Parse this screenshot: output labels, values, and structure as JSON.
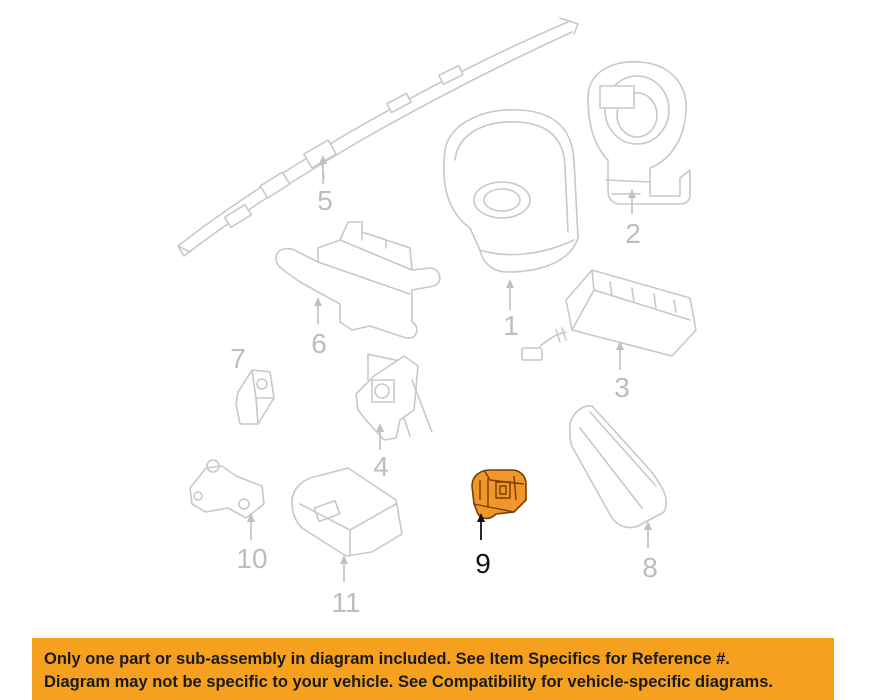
{
  "callouts": [
    {
      "id": "1",
      "label": "1"
    },
    {
      "id": "2",
      "label": "2"
    },
    {
      "id": "3",
      "label": "3"
    },
    {
      "id": "4",
      "label": "4"
    },
    {
      "id": "5",
      "label": "5"
    },
    {
      "id": "6",
      "label": "6"
    },
    {
      "id": "7",
      "label": "7"
    },
    {
      "id": "8",
      "label": "8"
    },
    {
      "id": "9",
      "label": "9",
      "highlighted": true
    },
    {
      "id": "10",
      "label": "10"
    },
    {
      "id": "11",
      "label": "11"
    }
  ],
  "highlight_color": "#f0962a",
  "banner": {
    "line1": "Only one part or sub-assembly in diagram included. See Item Specifics for Reference #.",
    "line2": "Diagram may not be specific to your vehicle. See Compatibility for vehicle-specific diagrams.",
    "background": "#f5a01e"
  }
}
